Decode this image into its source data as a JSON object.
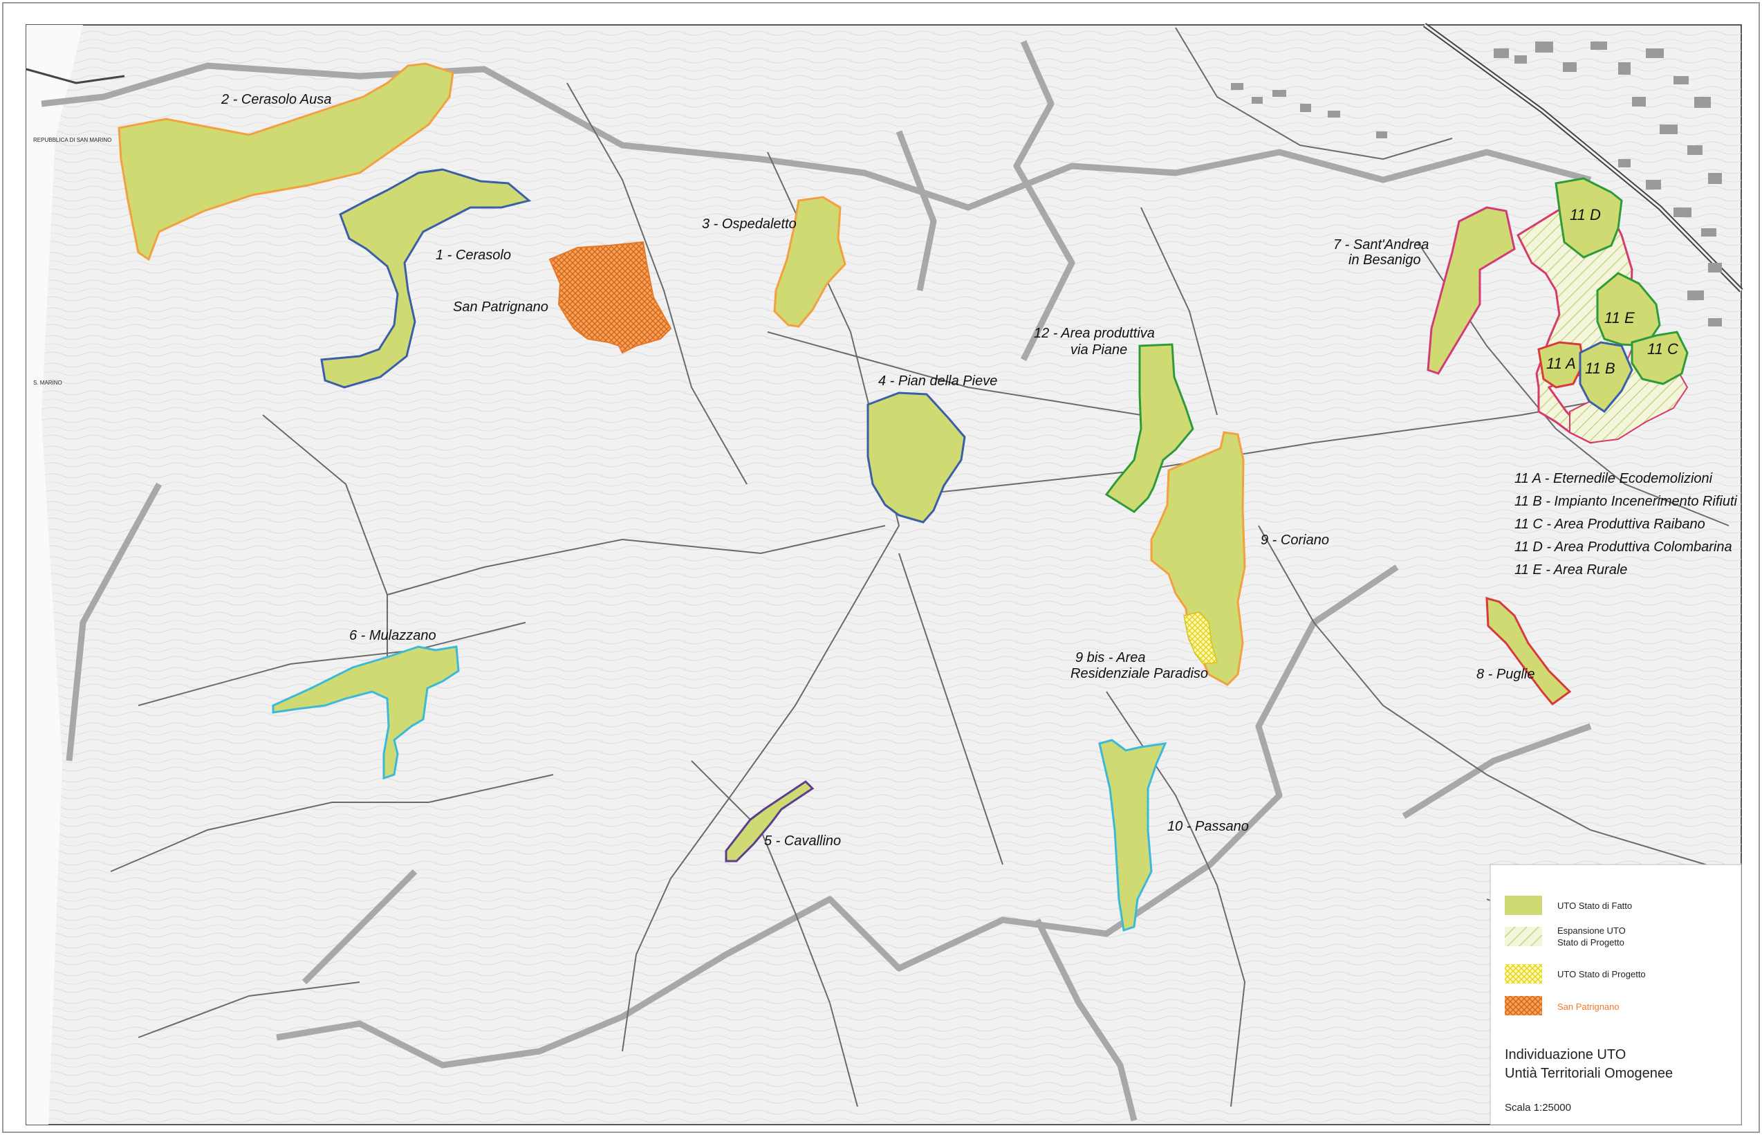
{
  "map": {
    "zone_labels": {
      "cerasolo_ausa": "2 - Cerasolo Ausa",
      "cerasolo": "1 - Cerasolo",
      "san_patrignano": "San Patrignano",
      "ospedaletto": "3 - Ospedaletto",
      "pian_della_pieve": "4 - Pian della Pieve",
      "area_produttiva_l1": "12 - Area produttiva",
      "area_produttiva_l2": "via Piane",
      "santandrea_l1": "7 - Sant'Andrea",
      "santandrea_l2": "in Besanigo",
      "coriano": "9 - Coriano",
      "paradiso_l1": "9 bis - Area",
      "paradiso_l2": "Residenziale Paradiso",
      "mulazzano": "6 - Mulazzano",
      "cavallino": "5 - Cavallino",
      "passano": "10 - Passano",
      "puglie": "8 - Puglie",
      "z11a": "11 A",
      "z11b": "11 B",
      "z11c": "11 C",
      "z11d": "11 D",
      "z11e": "11 E"
    },
    "zone11_list": [
      "11 A - Eternedile Ecodemolizioni",
      "11 B - Impianto Incenerimento Rifiuti",
      "11 C - Area Produttiva Raibano",
      "11 D - Area Produttiva Colombarina",
      "11 E - Area Rurale"
    ],
    "place_labels": {
      "repubblica": "REPUBBLICA DI SAN MARINO",
      "marino": "S. MARINO"
    },
    "legend": {
      "items": [
        {
          "label": "UTO Stato di Fatto",
          "pattern": "solid-green"
        },
        {
          "label_line1": "Espansione UTO",
          "label_line2": "Stato di Progetto",
          "pattern": "green-hatch"
        },
        {
          "label": "UTO Stato di Progetto",
          "pattern": "yellow-crosshatch"
        },
        {
          "label": "San Patrignano",
          "pattern": "orange-crosshatch",
          "color": "#f07c2a"
        }
      ],
      "title_line1": "Individuazione UTO",
      "title_line2": "Untià Territoriali Omogenee",
      "scale": "Scala 1:25000"
    },
    "colors": {
      "zone_fill": "#cfdb72",
      "san_patrignano": "#ec8a3a",
      "border_orange": "#f3a040",
      "border_blue": "#3b5ea8",
      "border_green": "#2f9a3a",
      "border_cyan": "#3cb8d8",
      "border_purple": "#5b3e8c",
      "border_red": "#d63a3a",
      "border_magenta": "#d43a7a",
      "territory_border": "#a8a8a8"
    }
  }
}
